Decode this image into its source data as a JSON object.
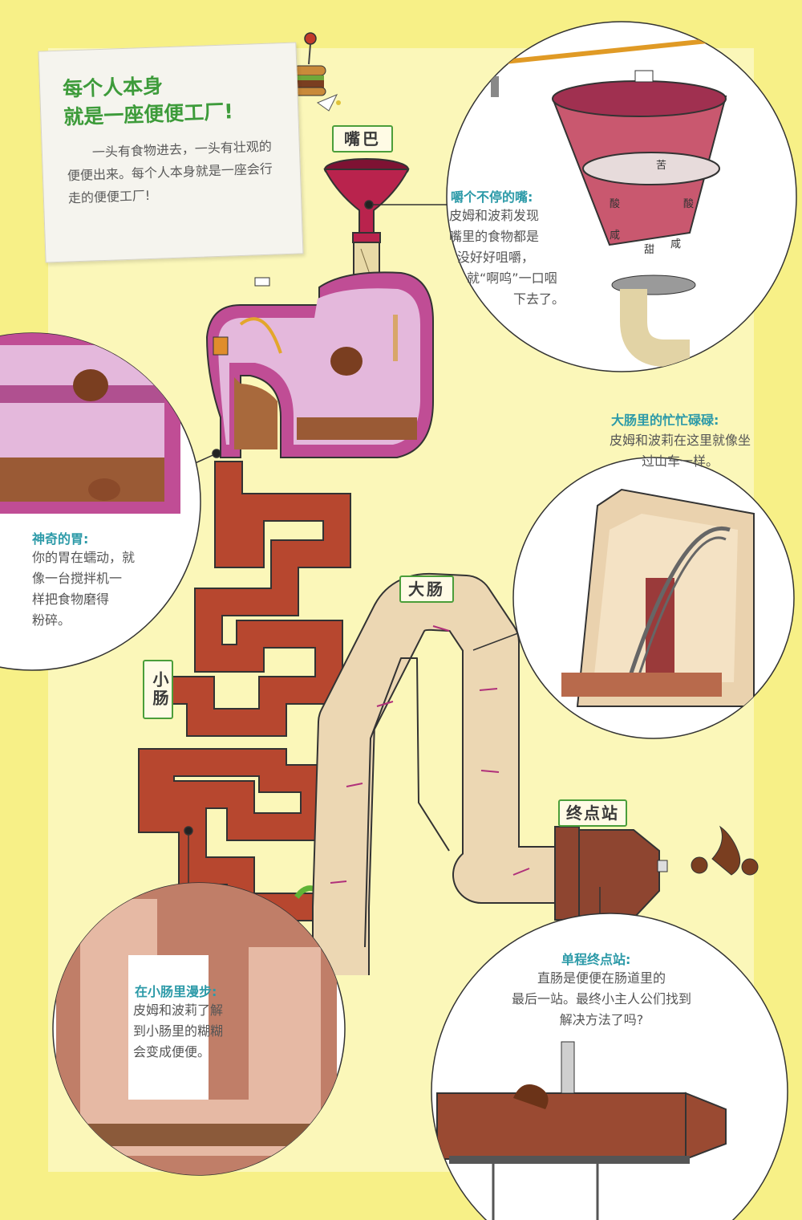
{
  "intro": {
    "title_line1": "每个人本身",
    "title_line2": "就是一座便便工厂!",
    "body": "一头有食物进去，一头有壮观的便便出来。每个人本身就是一座会行走的便便工厂!"
  },
  "signs": {
    "mouth": "嘴巴",
    "small_intestine": "小肠",
    "large_intestine": "大肠",
    "terminal": "终点站",
    "tongue_map": [
      "苦",
      "酸",
      "酸",
      "咸",
      "甜",
      "咸"
    ]
  },
  "callouts": {
    "mouth": {
      "title": "嚼个不停的嘴:",
      "lines": [
        "皮姆和波莉发现",
        "嘴里的食物都是",
        "没好好咀嚼，",
        "就“啊呜”一口咽",
        "下去了。"
      ]
    },
    "stomach": {
      "title": "神奇的胃:",
      "lines": [
        "你的胃在蠕动，就",
        "像一台搅拌机一",
        "样把食物磨得",
        "粉碎。"
      ]
    },
    "large_intestine": {
      "title": "大肠里的忙忙碌碌:",
      "lines": [
        "皮姆和波莉在这里就像坐",
        "过山车一样。"
      ]
    },
    "small_intestine": {
      "title": "在小肠里漫步:",
      "lines": [
        "皮姆和波莉了解",
        "到小肠里的糊糊",
        "会变成便便。"
      ]
    },
    "terminal": {
      "title": "单程终点站:",
      "lines": [
        "直肠是便便在肠道里的",
        "最后一站。最终小主人公们找到",
        "解决方法了吗?"
      ]
    }
  },
  "colors": {
    "page_border": "#f7f087",
    "page_inner": "#fbf7b9",
    "title_green": "#3d9b3a",
    "callout_teal": "#2c9aa8",
    "stomach_magenta": "#c04d95",
    "small_intestine": "#b7472f",
    "large_intestine": "#ecd7b3",
    "rectum": "#8e4530",
    "mouth_funnel": "#b9234d"
  }
}
